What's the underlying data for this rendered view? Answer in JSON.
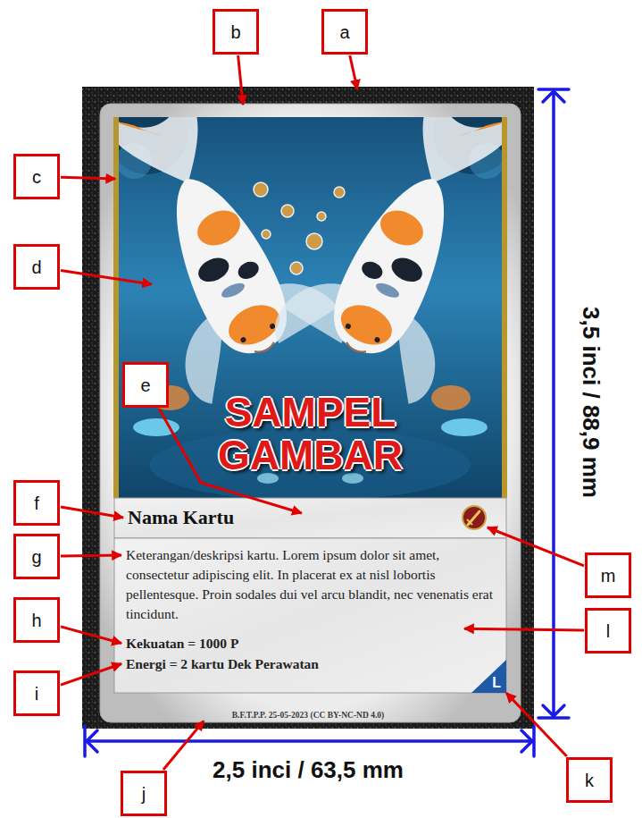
{
  "diagram": {
    "nodes": [
      {
        "text": [
          "b"
        ]
      },
      {
        "text": [
          "a"
        ]
      },
      {
        "text": [
          "B.F.T.P.P. 25-05-2023 (CC BY-NC-ND 4.0)"
        ]
      },
      {
        "text": [
          "SAMPEL GAMBAR"
        ],
        "in": 2
      },
      {
        "text": [
          "Nama Kartu"
        ],
        "in": 2
      },
      {
        "text": [
          "Keterangan/deskripsi kartu. Lorem ipsum dolor sit amet, consectetur adipiscing elit. In placerat ex at nisl lobortis pellentesque. Proin sodales dui vel arcu blandit, nec venenatis erat tincidunt.",
          "Kekuatan = 1000 P",
          "Energi = 2 kartu Dek Perawatan"
        ],
        "in": 2
      },
      {
        "text": [
          "L"
        ],
        "in": 5
      },
      {
        "text": [
          "c"
        ]
      },
      {
        "text": [
          "d"
        ]
      },
      {
        "text": [
          "e"
        ]
      },
      {
        "text": [
          "f"
        ]
      },
      {
        "text": [
          "g"
        ]
      },
      {
        "text": [
          "h"
        ]
      },
      {
        "text": [
          "i"
        ]
      },
      {
        "text": [
          "m"
        ]
      },
      {
        "text": [
          "l"
        ]
      },
      {
        "text": [
          "j"
        ]
      },
      {
        "text": [
          "k"
        ]
      }
    ],
    "edges": [
      {
        "from": 0,
        "to": 2,
        "arrow": "to"
      },
      {
        "from": 1,
        "to": 2,
        "arrow": "to"
      },
      {
        "from": 7,
        "to": 3,
        "arrow": "to"
      },
      {
        "from": 8,
        "to": 3,
        "arrow": "to"
      },
      {
        "from": 9,
        "to": 4,
        "arrow": "to"
      },
      {
        "from": 10,
        "to": 4,
        "arrow": "to"
      },
      {
        "from": 11,
        "to": 5,
        "arrow": "to"
      },
      {
        "from": 12,
        "to": 5,
        "arrow": "to"
      },
      {
        "from": 13,
        "to": 5,
        "arrow": "to"
      },
      {
        "from": 14,
        "to": 4,
        "arrow": "to"
      },
      {
        "from": 15,
        "to": 5,
        "arrow": "to"
      },
      {
        "from": 16,
        "to": 2,
        "arrow": "to"
      },
      {
        "from": 17,
        "to": 6,
        "arrow": "to"
      }
    ],
    "labels": [
      "3,5 inci / 88,9 mm",
      "2,5 inci / 63,5 mm"
    ]
  }
}
